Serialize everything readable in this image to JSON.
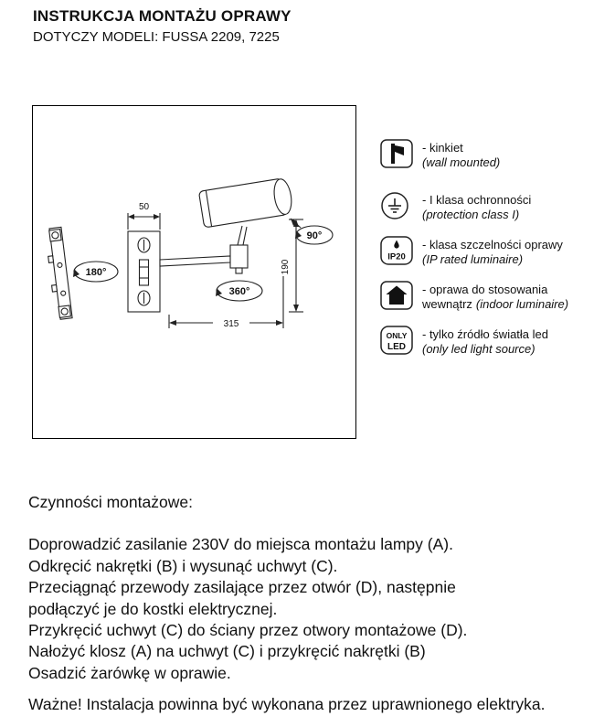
{
  "header": {
    "title": "INSTRUKCJA MONTAŻU OPRAWY",
    "subtitle": "DOTYCZY MODELI: FUSSA 2209, 7225"
  },
  "diagram": {
    "dim_plate_width": "50",
    "dim_arm_length": "315",
    "dim_height": "190",
    "angle_plate": "180°",
    "angle_joint": "360°",
    "angle_head": "90°"
  },
  "legend": {
    "items": [
      {
        "icon": "wall-mounted-icon",
        "line1": "- kinkiet",
        "line2_italic": "(wall mounted)"
      },
      {
        "icon": "protection-class-icon",
        "line1": "- I klasa ochronności",
        "line2_italic": "(protection class I)"
      },
      {
        "icon": "ip-rating-icon",
        "icon_text": "IP20",
        "line1": "- klasa szczelności oprawy",
        "line2_italic": "(IP rated luminaire)"
      },
      {
        "icon": "indoor-luminaire-icon",
        "line1": "- oprawa do stosowania",
        "line2": "wewnątrz",
        "line2_italic": "(indoor luminaire)"
      },
      {
        "icon": "only-led-icon",
        "icon_line1": "ONLY",
        "icon_line2": "LED",
        "line1": "- tylko źródło światła led",
        "line2_italic": "(only led light source)"
      }
    ]
  },
  "instructions": {
    "heading": "Czynności montażowe:",
    "steps": [
      "Doprowadzić zasilanie 230V do miejsca montażu lampy (A).",
      "Odkręcić nakrętki (B) i wysunąć uchwyt (C).",
      "Przeciągnąć przewody zasilające przez otwór (D), następnie",
      "podłączyć je do kostki elektrycznej.",
      "Przykręcić uchwyt (C) do ściany przez otwory montażowe (D).",
      "Nałożyć klosz (A) na uchwyt (C) i przykręcić nakrętki (B)",
      "Osadzić żarówkę w oprawie."
    ],
    "warning": "Ważne! Instalacja powinna być wykonana przez uprawnionego elektryka."
  },
  "colors": {
    "line": "#222222",
    "text": "#111111"
  }
}
